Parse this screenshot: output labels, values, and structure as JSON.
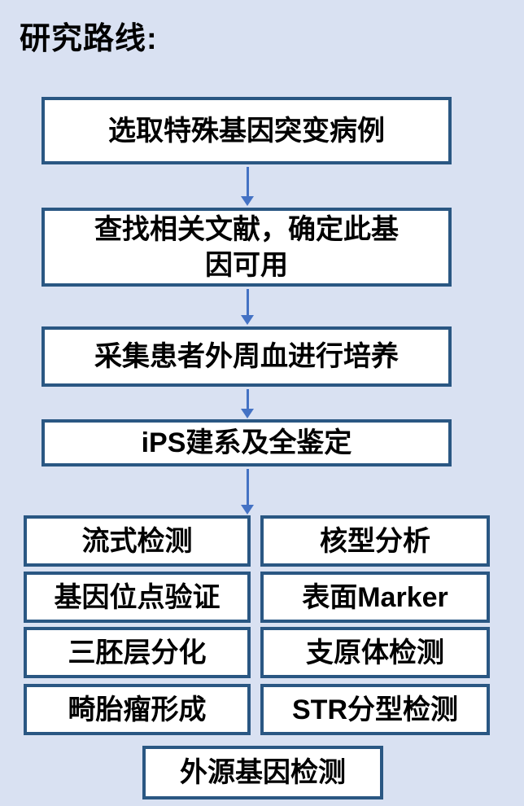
{
  "title": "研究路线:",
  "colors": {
    "background": "#D9E1F2",
    "box_fill": "#FFFFFF",
    "box_border": "#2A5783",
    "arrow": "#4472C4",
    "text": "#000000"
  },
  "flow_steps": [
    {
      "label": "选取特殊基因突变病例"
    },
    {
      "label": "查找相关文献，确定此基因可用"
    },
    {
      "label": "采集患者外周血进行培养"
    },
    {
      "label": "iPS建系及全鉴定"
    }
  ],
  "assay_grid": {
    "left_column": [
      "流式检测",
      "基因位点验证",
      "三胚层分化",
      "畸胎瘤形成"
    ],
    "right_column": [
      "核型分析",
      "表面Marker",
      "支原体检测",
      "STR分型检测"
    ],
    "bottom": "外源基因检测"
  }
}
